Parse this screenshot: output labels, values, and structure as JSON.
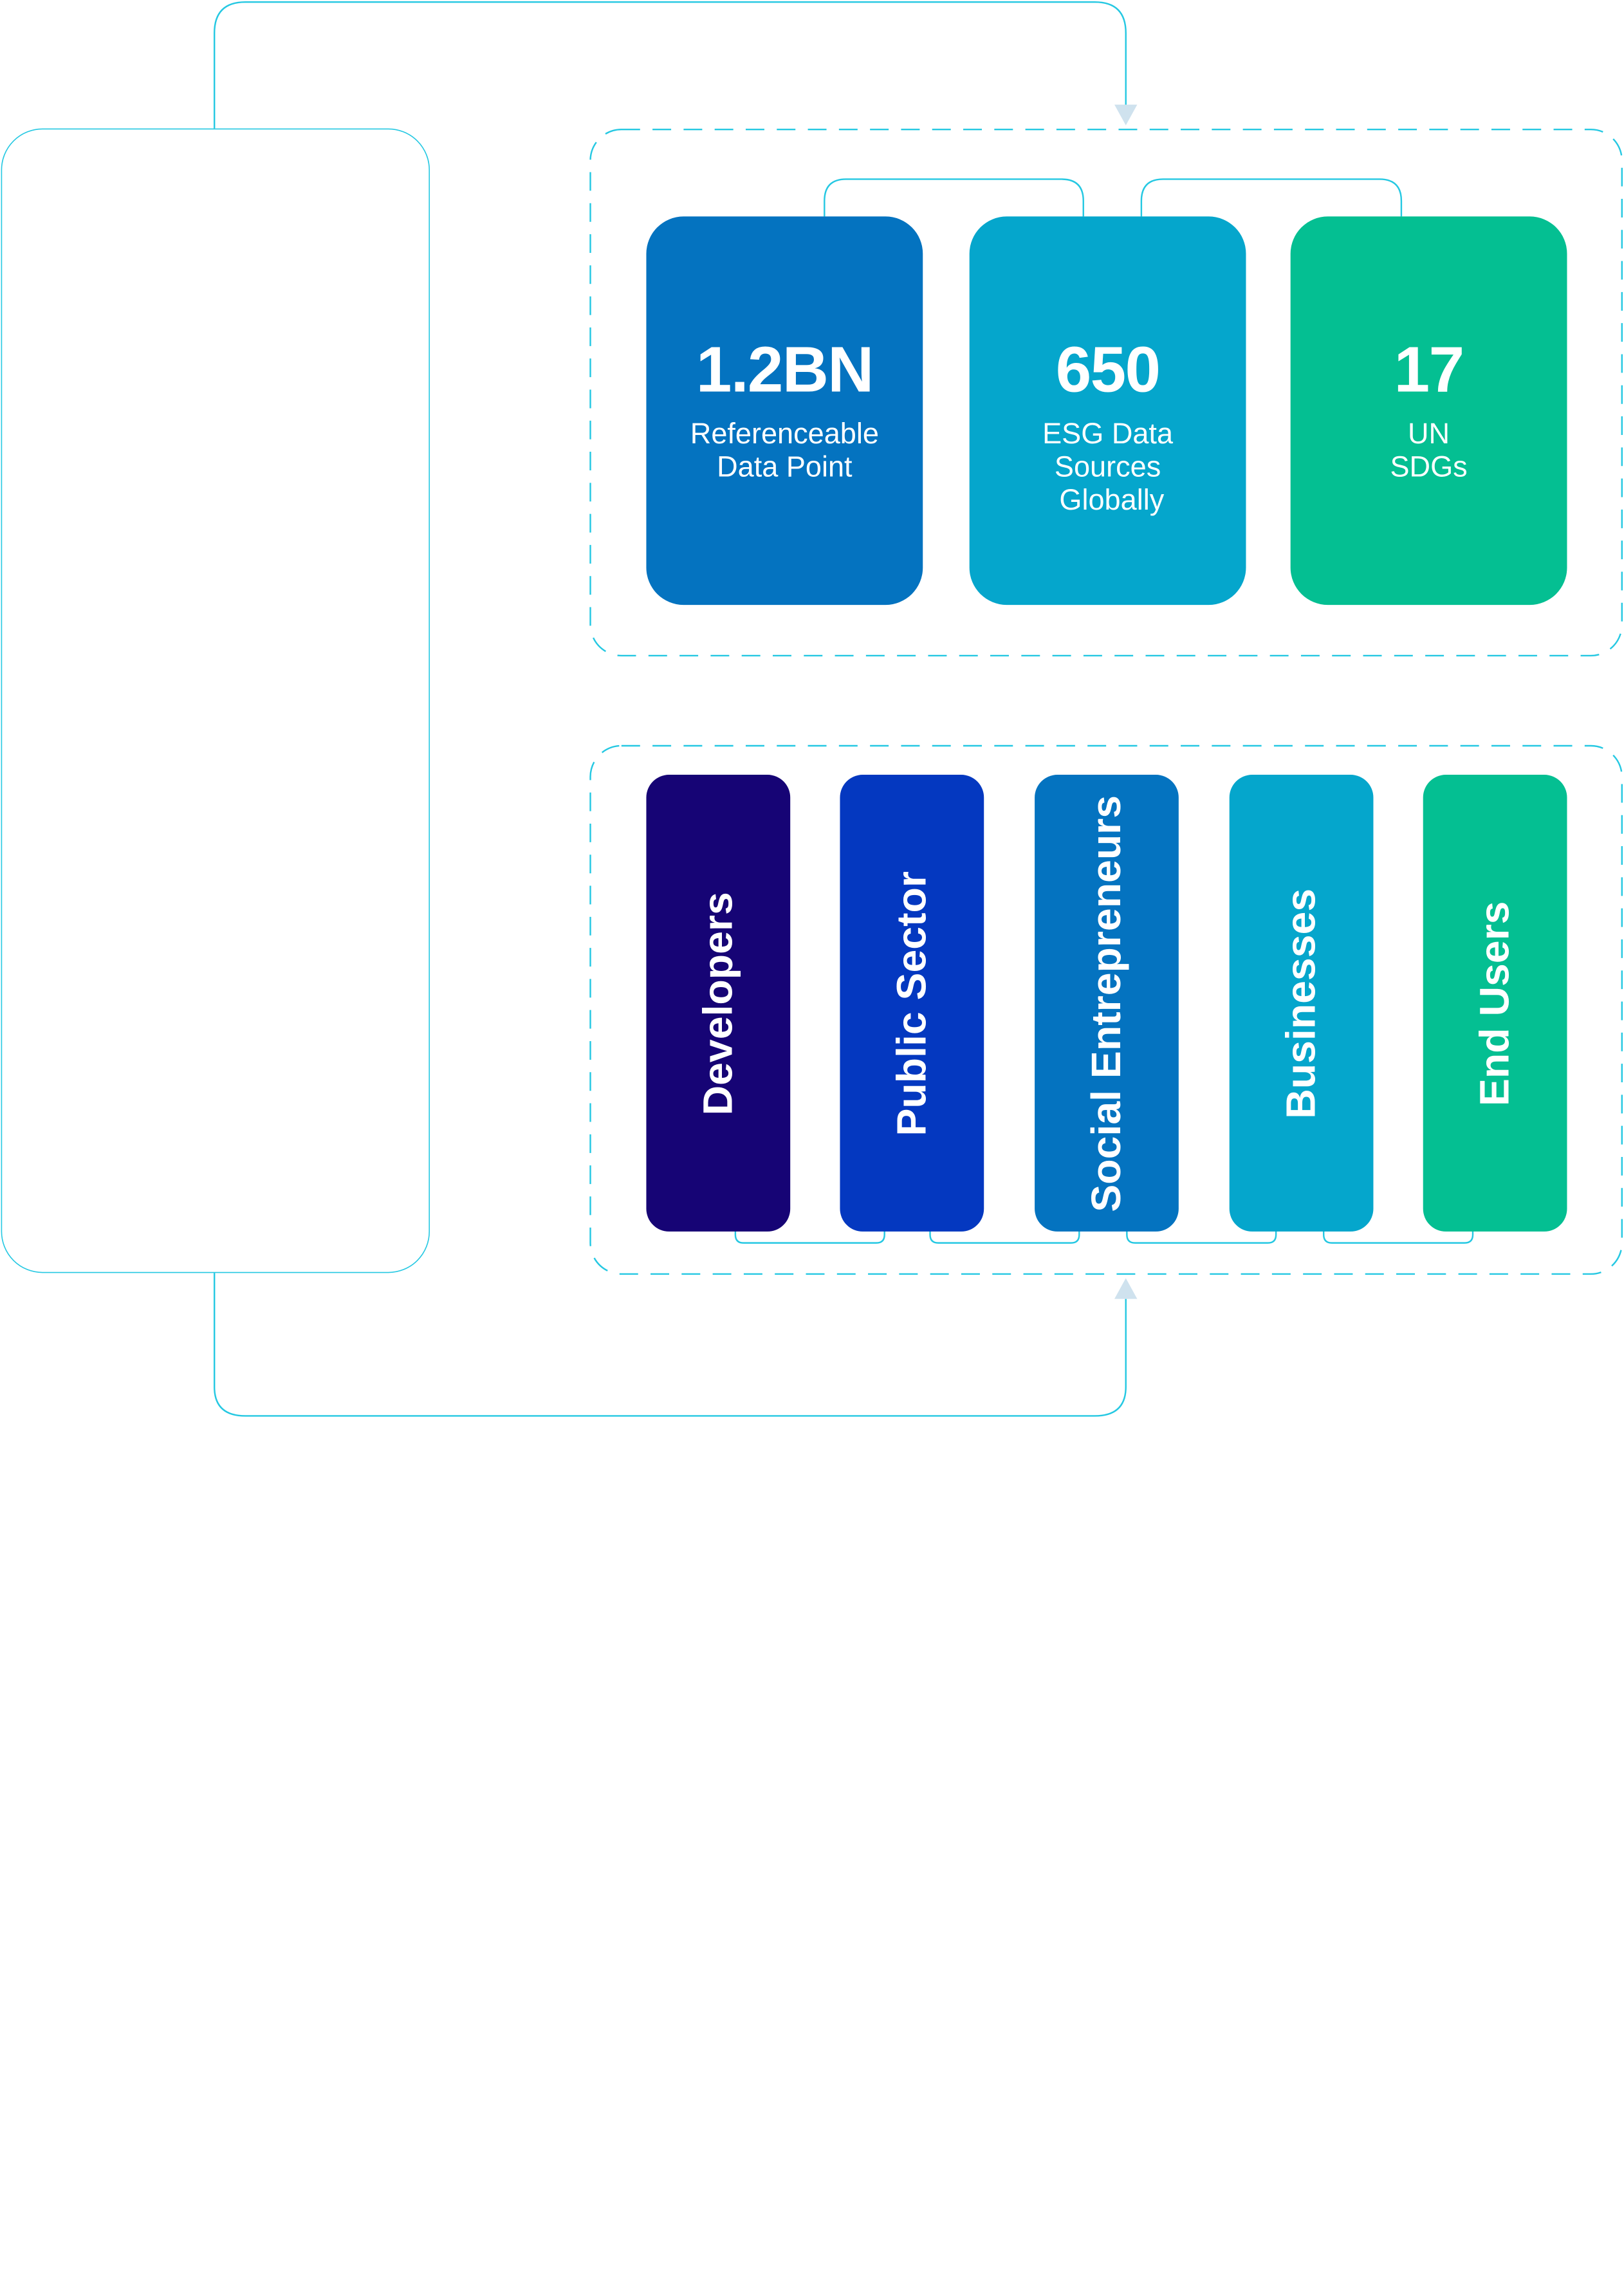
{
  "colors": {
    "line": "#25c8e2",
    "arrow": "#cfe2ee",
    "background": "#ffffff"
  },
  "left_panel": {
    "labels": [
      "",
      "",
      "",
      "",
      ""
    ]
  },
  "stats": [
    {
      "value": "1.2BN",
      "label_lines": [
        "Referenceable",
        "Data Point"
      ],
      "color": "#0473c0"
    },
    {
      "value": "650",
      "label_lines": [
        "ESG Data",
        "Sources",
        " Globally"
      ],
      "color": "#05a6cc"
    },
    {
      "value": "17",
      "label_lines": [
        "UN",
        "SDGs"
      ],
      "color": "#04bf92"
    }
  ],
  "audiences": [
    {
      "label": "Developers",
      "color": "#160475"
    },
    {
      "label": "Public Sector",
      "color": "#0438c0"
    },
    {
      "label": "Social Entrepreneurs",
      "color": "#0473c0"
    },
    {
      "label": "Businesses",
      "color": "#05a6cc"
    },
    {
      "label": "End Users",
      "color": "#04bf92"
    }
  ]
}
